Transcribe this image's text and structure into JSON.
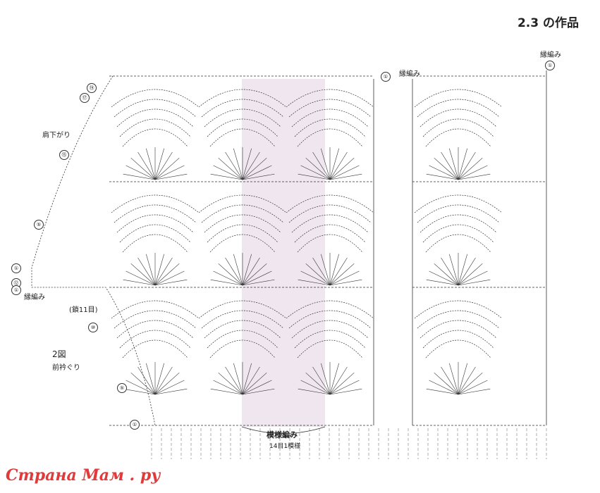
{
  "header": {
    "title": "2.3 の作品"
  },
  "labels": {
    "edge_top": "縁編み",
    "edge_right": "縁編み",
    "shoulder": "肩下がり",
    "edge_left": "縁編み",
    "chain": "(鎖11目)",
    "figure_no": "2図",
    "neckline": "前衿ぐり",
    "pattern": "模様編み",
    "pattern_count": "14目1模様"
  },
  "row_markers": {
    "r19": "⑲",
    "r17": "⑰",
    "r15": "⑮",
    "r5a": "⑤",
    "r1a": "①",
    "r12": "⑫",
    "r1b": "①",
    "r10": "⑩",
    "r5b": "⑤",
    "r1c": "①",
    "r1top": "①",
    "r1right": "①"
  },
  "watermark": "Страна Мам . ру",
  "colors": {
    "highlight": "#efe6ef",
    "stroke": "#333333",
    "watermark": "#e03a3a"
  }
}
